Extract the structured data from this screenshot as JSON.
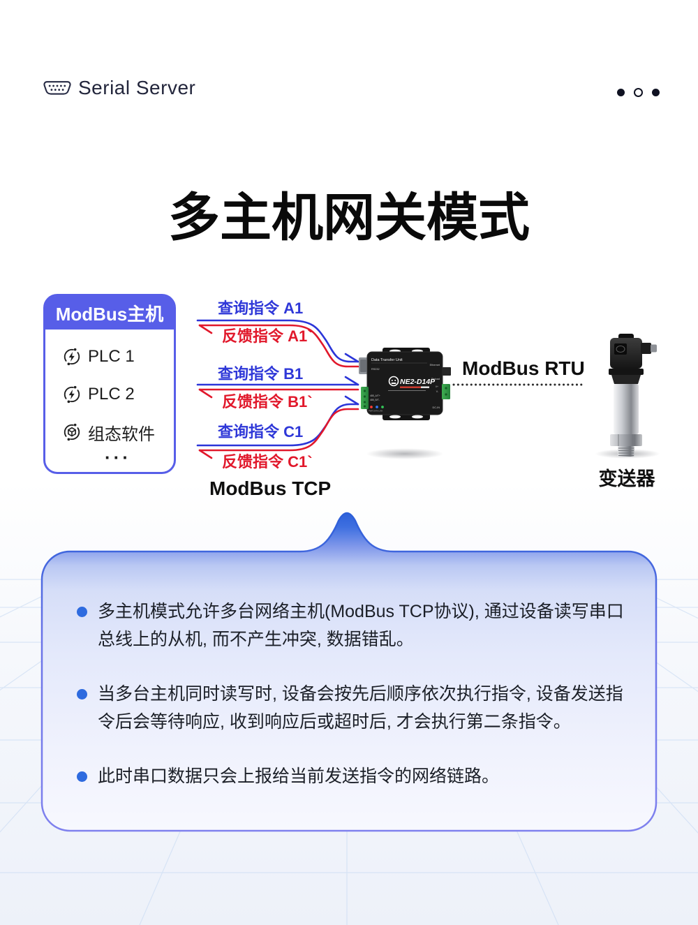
{
  "header": {
    "logo_text": "Serial Server",
    "logo_icon": "db9-serial-connector-icon",
    "carousel_dots": [
      "filled",
      "hollow",
      "filled"
    ]
  },
  "title": "多主机网关模式",
  "diagram": {
    "host_box": {
      "header": "ModBus主机",
      "items": [
        {
          "icon": "plc-sync-bolt-icon",
          "label": "PLC 1"
        },
        {
          "icon": "plc-sync-bolt-icon",
          "label": "PLC 2"
        },
        {
          "icon": "software-cube-icon",
          "label": "组态软件"
        }
      ],
      "more": "···"
    },
    "flows": [
      {
        "query": "查询指令 A1",
        "response": "反馈指令 A1`"
      },
      {
        "query": "查询指令 B1",
        "response": "反馈指令 B1`"
      },
      {
        "query": "查询指令 C1",
        "response": "反馈指令 C1`"
      }
    ],
    "tcp_label": "ModBus TCP",
    "rtu_label": "ModBus RTU",
    "transmitter_label": "变送器",
    "device": {
      "top_label": "Data Transfer Unit",
      "model": "NE2-D14P",
      "port_left": "RS232",
      "port_eth": "Ethernet",
      "port_reload": "Reload",
      "pin1": "485_A/T+",
      "pin2": "485_B/T-",
      "led_row": "PWR DATA LINK",
      "vplus": "V+",
      "vminus": "V-",
      "dcin": "DC-IN"
    },
    "colors": {
      "query_blue": "#2b35d8",
      "response_red": "#e1182b",
      "host_accent": "#575ee8",
      "bubble_top_blue": "#2b5fd8",
      "bubble_border_purple": "#7f81ee"
    }
  },
  "info_panel": {
    "bullet_color": "#2e6bdf",
    "bullets": [
      "多主机模式允许多台网络主机(ModBus TCP协议), 通过设备读写串口总线上的从机, 而不产生冲突, 数据错乱。",
      "当多台主机同时读写时, 设备会按先后顺序依次执行指令, 设备发送指令后会等待响应, 收到响应后或超时后, 才会执行第二条指令。",
      "此时串口数据只会上报给当前发送指令的网络链路。"
    ]
  }
}
